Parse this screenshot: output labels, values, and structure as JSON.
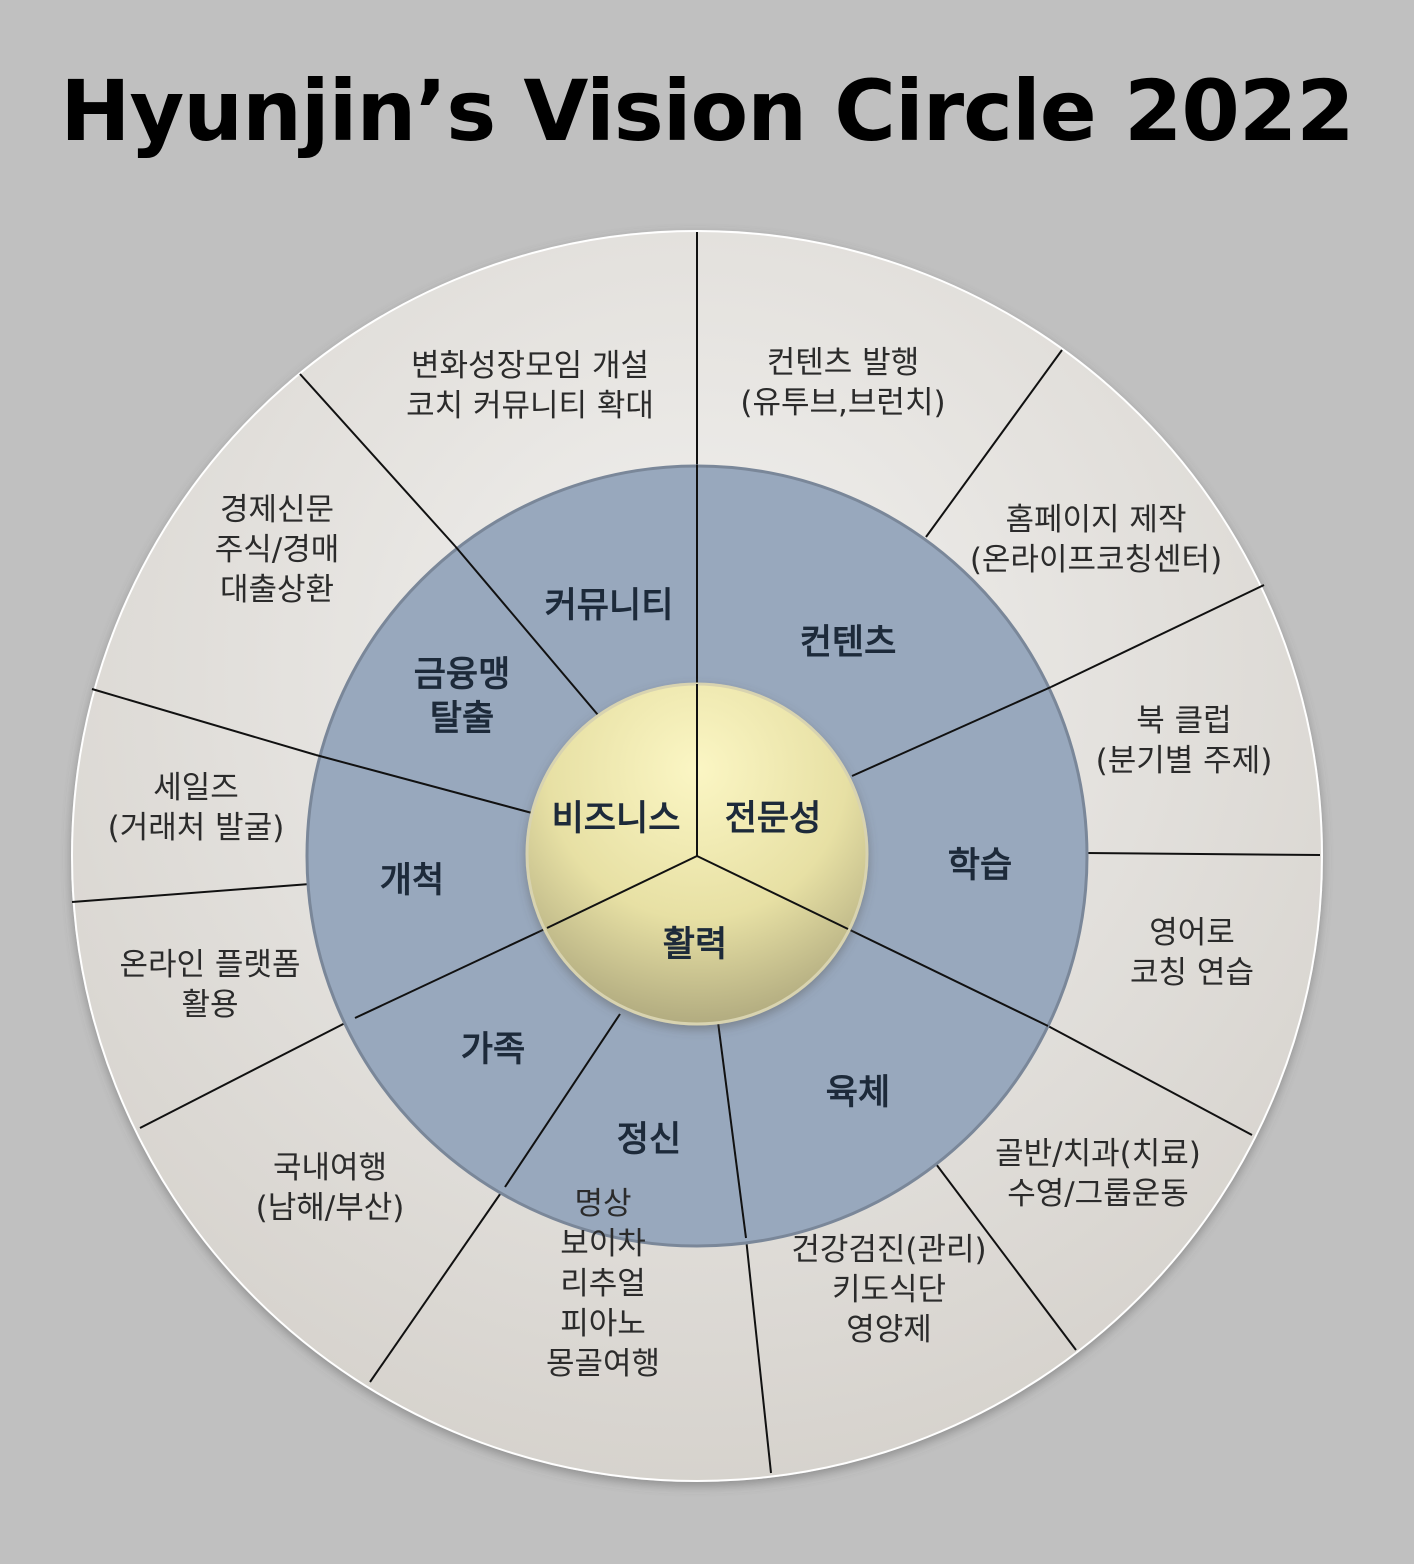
{
  "title": "Hyunjin’s Vision Circle 2022",
  "colors": {
    "background": "#c0c0c0",
    "outer_ring": "#e6e4e1",
    "middle_ring": "#98a8bd",
    "core": "#e9e3a8"
  },
  "core": [
    {
      "key": "business",
      "label": "비즈니스"
    },
    {
      "key": "expertise",
      "label": "전문성"
    },
    {
      "key": "vitality",
      "label": "활력"
    }
  ],
  "middle": [
    {
      "key": "community",
      "lines": [
        "커뮤니티"
      ]
    },
    {
      "key": "contents",
      "lines": [
        "컨텐츠"
      ]
    },
    {
      "key": "finance",
      "lines": [
        "금융맹",
        "탈출"
      ]
    },
    {
      "key": "learning",
      "lines": [
        "학습"
      ]
    },
    {
      "key": "pioneer",
      "lines": [
        "개척"
      ]
    },
    {
      "key": "family",
      "lines": [
        "가족"
      ]
    },
    {
      "key": "mind",
      "lines": [
        "정신"
      ]
    },
    {
      "key": "body",
      "lines": [
        "육체"
      ]
    }
  ],
  "outer": [
    {
      "key": "community-goal",
      "lines": [
        "변화성장모임 개설",
        "코치 커뮤니티 확대"
      ]
    },
    {
      "key": "contents-goal",
      "lines": [
        "컨텐츠 발행",
        "(유투브,브런치)"
      ]
    },
    {
      "key": "homepage-goal",
      "lines": [
        "홈페이지 제작",
        "(온라이프코칭센터)"
      ]
    },
    {
      "key": "bookclub-goal",
      "lines": [
        "북 클럽",
        "(분기별 주제)"
      ]
    },
    {
      "key": "english-goal",
      "lines": [
        "영어로",
        "코칭 연습"
      ]
    },
    {
      "key": "physical-goal",
      "lines": [
        "골반/치과(치료)",
        "수영/그룹운동"
      ]
    },
    {
      "key": "health-goal",
      "lines": [
        "건강검진(관리)",
        "키도식단",
        "영양제"
      ]
    },
    {
      "key": "mind-goal",
      "lines": [
        "명상",
        "보이차",
        "리추얼",
        "피아노",
        "몽골여행"
      ]
    },
    {
      "key": "travel-goal",
      "lines": [
        "국내여행",
        "(남해/부산)"
      ]
    },
    {
      "key": "platform-goal",
      "lines": [
        "온라인 플랫폼",
        "활용"
      ]
    },
    {
      "key": "sales-goal",
      "lines": [
        "세일즈",
        "(거래처 발굴)"
      ]
    },
    {
      "key": "economy-goal",
      "lines": [
        "경제신문",
        "주식/경매",
        "대출상환"
      ]
    }
  ]
}
